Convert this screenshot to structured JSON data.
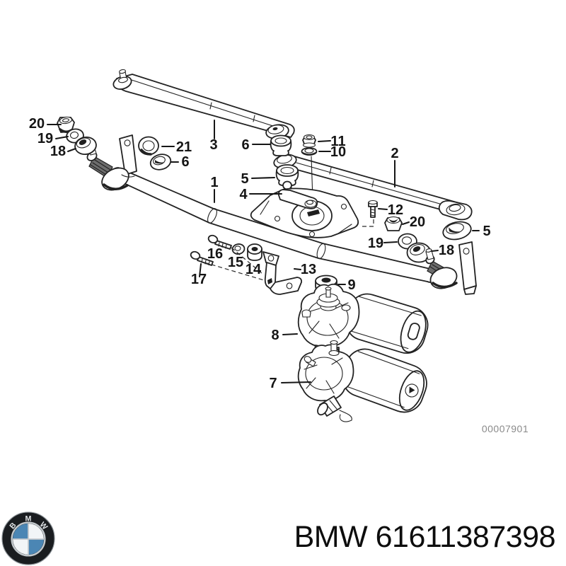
{
  "diagram": {
    "drawing_number": "00007901",
    "callouts": [
      {
        "label": "20"
      },
      {
        "label": "19"
      },
      {
        "label": "18"
      },
      {
        "label": "21"
      },
      {
        "label": "6"
      },
      {
        "label": "3"
      },
      {
        "label": "6"
      },
      {
        "label": "11"
      },
      {
        "label": "10"
      },
      {
        "label": "2"
      },
      {
        "label": "5"
      },
      {
        "label": "4"
      },
      {
        "label": "1"
      },
      {
        "label": "12"
      },
      {
        "label": "20"
      },
      {
        "label": "19"
      },
      {
        "label": "18"
      },
      {
        "label": "5"
      },
      {
        "label": "16"
      },
      {
        "label": "15"
      },
      {
        "label": "14"
      },
      {
        "label": "17"
      },
      {
        "label": "13"
      },
      {
        "label": "9"
      },
      {
        "label": "8"
      },
      {
        "label": "7"
      }
    ]
  },
  "footer": {
    "part_title": "BMW 61611387398",
    "logo_letters": [
      "B",
      "M",
      "W"
    ],
    "logo_colors": {
      "ring": "#1a1d20",
      "blue": "#4b86b4",
      "white": "#f2f5f7",
      "silver": "#c3c9cd"
    }
  }
}
